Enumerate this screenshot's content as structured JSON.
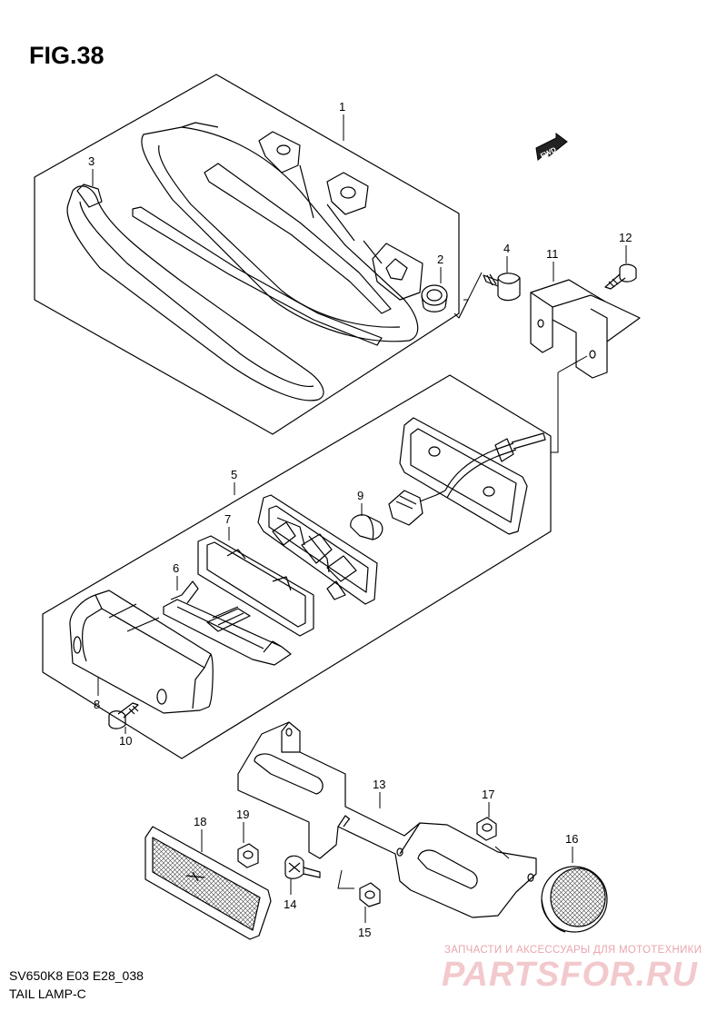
{
  "figure": {
    "title": "FIG.38"
  },
  "footer": {
    "model_code": "SV650K8 E03 E28_038",
    "assembly_name": "TAIL LAMP-C"
  },
  "watermark": {
    "tagline": "ЗАПЧАСТИ И АКСЕССУАРЫ ДЛЯ МОТОТЕХНИКИ",
    "logo_text": "PARTSFOR.RU",
    "logo_color": "#f2c9cd"
  },
  "direction_marker": {
    "label": "FWD",
    "icon": "fwd-arrow-icon"
  },
  "parts": [
    {
      "number": "1"
    },
    {
      "number": "2"
    },
    {
      "number": "3"
    },
    {
      "number": "4"
    },
    {
      "number": "5"
    },
    {
      "number": "6"
    },
    {
      "number": "7"
    },
    {
      "number": "8"
    },
    {
      "number": "9"
    },
    {
      "number": "10"
    },
    {
      "number": "11"
    },
    {
      "number": "12"
    },
    {
      "number": "13"
    },
    {
      "number": "14"
    },
    {
      "number": "15"
    },
    {
      "number": "16"
    },
    {
      "number": "17"
    },
    {
      "number": "18"
    },
    {
      "number": "19"
    }
  ]
}
